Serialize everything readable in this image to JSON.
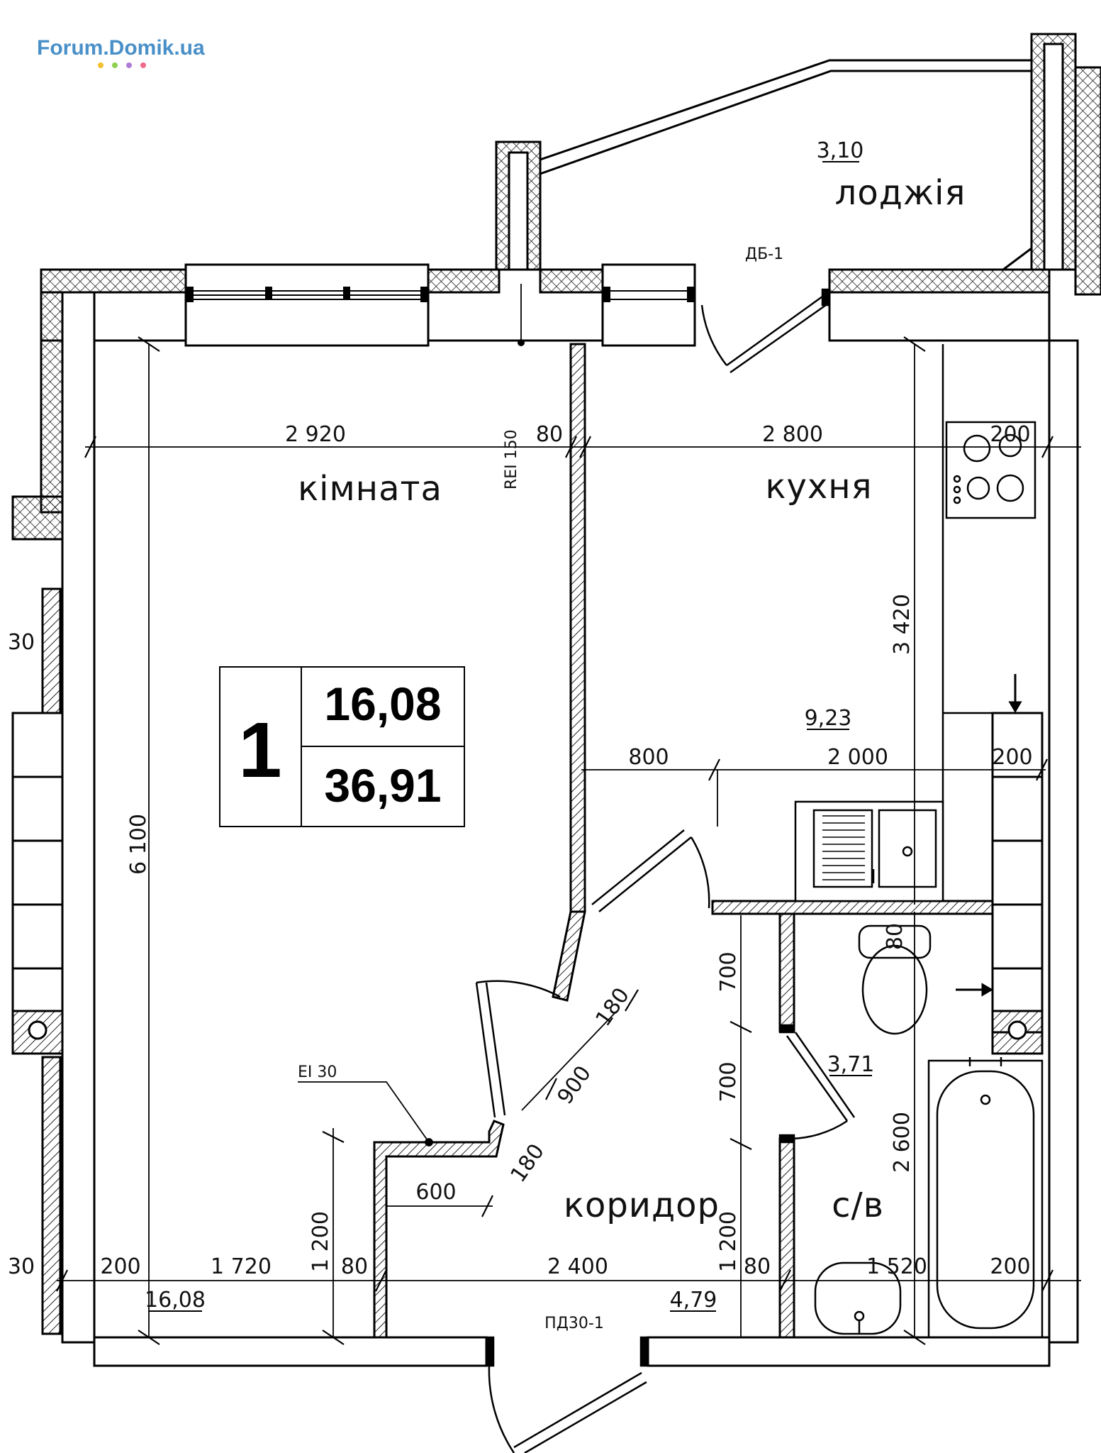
{
  "watermark": {
    "text": "Forum.Domik.ua"
  },
  "rooms": {
    "room": "кімната",
    "kitchen": "кухня",
    "loggia": "лоджія",
    "corridor": "коридор",
    "bathroom": "с/в"
  },
  "apartment": {
    "rooms_count": "1",
    "living_area": "16,08",
    "total_area": "36,91"
  },
  "areas": {
    "loggia": "3,10",
    "kitchen": "9,23",
    "bathroom": "3,71",
    "room": "16,08",
    "corridor": "4,79"
  },
  "marks": {
    "balcony_door": "ДБ-1",
    "entry_door": "ПД30-1",
    "fire_wall": "REI 150",
    "fire_door": "EI 30"
  },
  "dims": {
    "d2920": "2 920",
    "d80a": "80",
    "d2800": "2 800",
    "d200a": "200",
    "d6100": "6 100",
    "d3420": "3 420",
    "d800": "800",
    "d2000": "2 000",
    "d200b": "200",
    "d80b": "80",
    "d700a": "700",
    "d700b": "700",
    "d180a": "180",
    "d900": "900",
    "d180b": "180",
    "d2600": "2 600",
    "d1200a": "1 200",
    "d600": "600",
    "d1200b": "1 200",
    "d200c": "200",
    "d1720": "1 720",
    "d80c": "80",
    "d2400": "2 400",
    "d80d": "80",
    "d1520": "1 520",
    "d200d": "200",
    "d30a": "30",
    "d30b": "30"
  }
}
